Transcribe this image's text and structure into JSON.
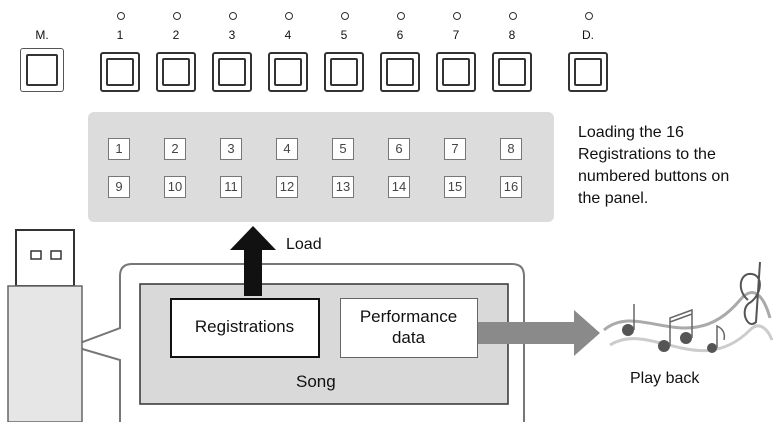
{
  "buttons": {
    "memory_label": "M.",
    "numbered": [
      "1",
      "2",
      "3",
      "4",
      "5",
      "6",
      "7",
      "8"
    ],
    "default_label": "D."
  },
  "registration_numbers": [
    "1",
    "2",
    "3",
    "4",
    "5",
    "6",
    "7",
    "8",
    "9",
    "10",
    "11",
    "12",
    "13",
    "14",
    "15",
    "16"
  ],
  "caption": {
    "lines": [
      "Loading the 16",
      "Registrations to the",
      "numbered buttons on",
      "the panel."
    ]
  },
  "load_label": "Load",
  "song": {
    "label": "Song",
    "registrations_label": "Registrations",
    "performance_line1": "Performance",
    "performance_line2": "data"
  },
  "playback_label": "Play back",
  "icons": [
    "usb-flash-drive-icon",
    "music-notes-icon"
  ],
  "colors": {
    "gray_area": "#dcdcdc",
    "song_area": "#d9d9d9",
    "arrow_dark": "#111111",
    "arrow_gray": "#8a8a8a"
  }
}
